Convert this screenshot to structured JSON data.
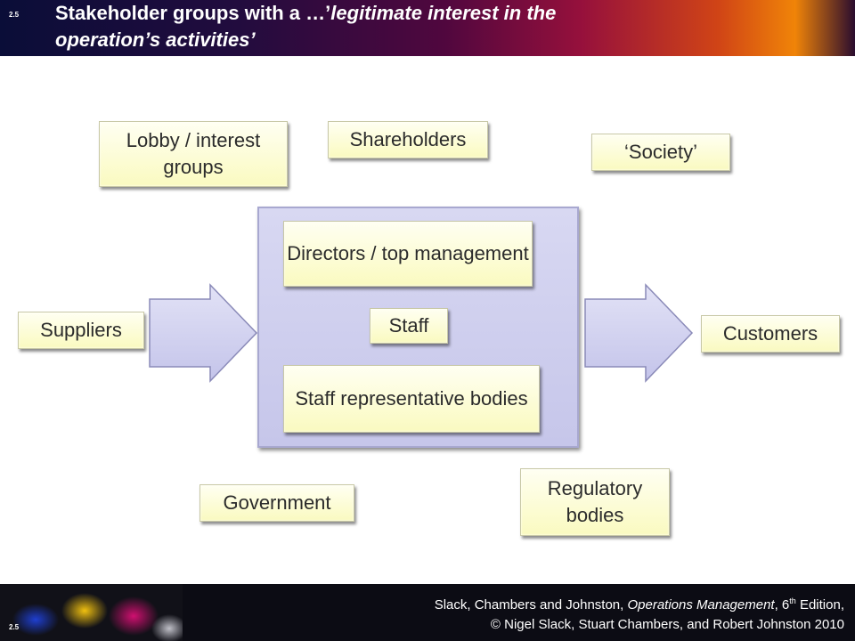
{
  "slide": {
    "number_top": "2.5",
    "number_bottom": "2.5"
  },
  "title": {
    "line1": "Stakeholder groups with a …’",
    "line1_italic": "legitimate interest in the",
    "line2": "operation’s activities’"
  },
  "diagram": {
    "lobby": "Lobby / interest groups",
    "shareholders": "Shareholders",
    "society": "‘Society’",
    "directors": "Directors / top management",
    "staff": "Staff",
    "staff_reps": "Staff representative bodies",
    "suppliers": "Suppliers",
    "customers": "Customers",
    "government": "Government",
    "regulatory": "Regulatory bodies"
  },
  "footer": {
    "line1_a": "Slack, Chambers and Johnston, ",
    "line1_italic": "Operations Management",
    "line1_b": ", 6",
    "line1_sup": "th",
    "line1_c": " Edition,",
    "line2": "© Nigel Slack, Stuart Chambers, and Robert Johnston 2010"
  },
  "colors": {
    "box_fill": "#fafac0",
    "center_fill": "#c6c6ea",
    "arrow_fill": "#d2d2f0"
  }
}
